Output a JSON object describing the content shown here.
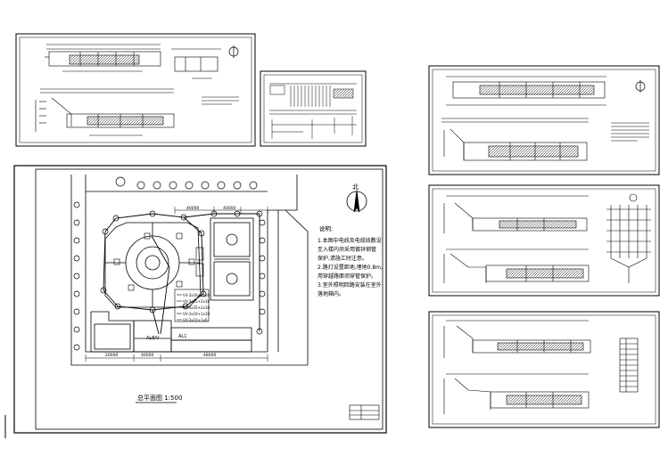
{
  "site_plan": {
    "title": "总平面图 1:500",
    "notes_heading": "说明:",
    "notes": [
      "1.本图中电线及电缆线敷设",
      "至入楼内须采用镀锌钢管",
      "保护,请施工时注意。",
      "2.路灯设置距地,埋地0.8m,",
      "用穿越路面须穿管保护。",
      "3.室外照明回路安装在室外",
      "落地箱内。"
    ],
    "legend": [
      "VV-3x16+2x10",
      "VV-3x25+2x16",
      "VV-3x35+2x16",
      "VV-3x16+1x10",
      "VV-3x10+1x6"
    ],
    "building_labels": [
      "AL8/V",
      "AL1"
    ],
    "dimensions": [
      "20000",
      "40000",
      "48000",
      "40000",
      "40000"
    ],
    "north": "北"
  },
  "colors": {
    "line": "#000000",
    "paper": "#ffffff"
  }
}
